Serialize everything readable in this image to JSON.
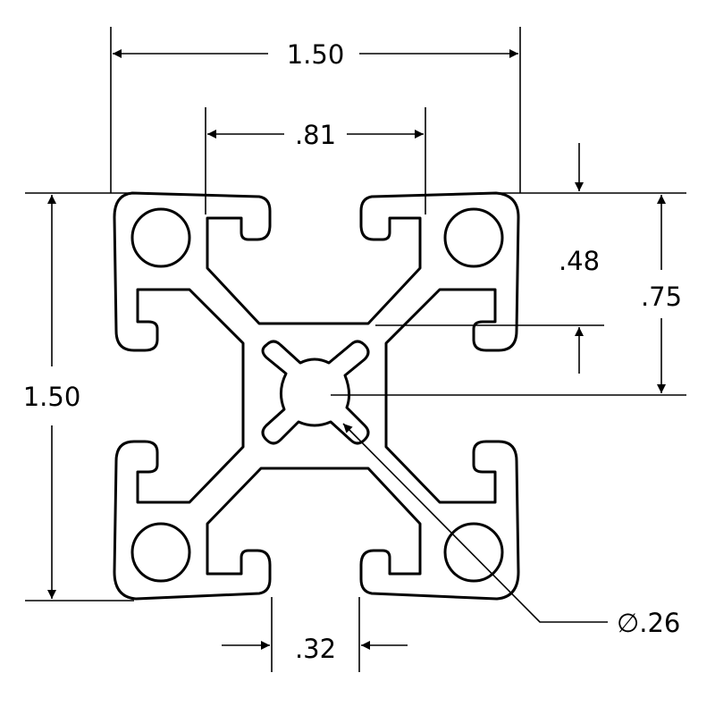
{
  "dimensions": {
    "overall_width": "1.50",
    "slot_spacing": ".81",
    "slot_depth": ".48",
    "center_offset": ".75",
    "overall_height": "1.50",
    "slot_opening": ".32",
    "center_bore": "∅.26"
  },
  "colors": {
    "line": "#000000",
    "background": "#ffffff"
  }
}
